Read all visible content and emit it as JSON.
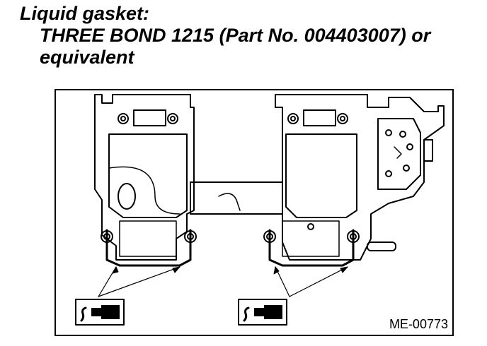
{
  "caption": {
    "label": "Liquid gasket:",
    "product_line": "THREE BOND 1215 (Part No. 004403007) or",
    "product_line2": "equivalent"
  },
  "figure": {
    "id": "ME-00773",
    "subject": "engine-housing-gasket-diagram",
    "icons": [
      "liquid-gasket-tube-icon",
      "liquid-gasket-tube-icon"
    ]
  }
}
